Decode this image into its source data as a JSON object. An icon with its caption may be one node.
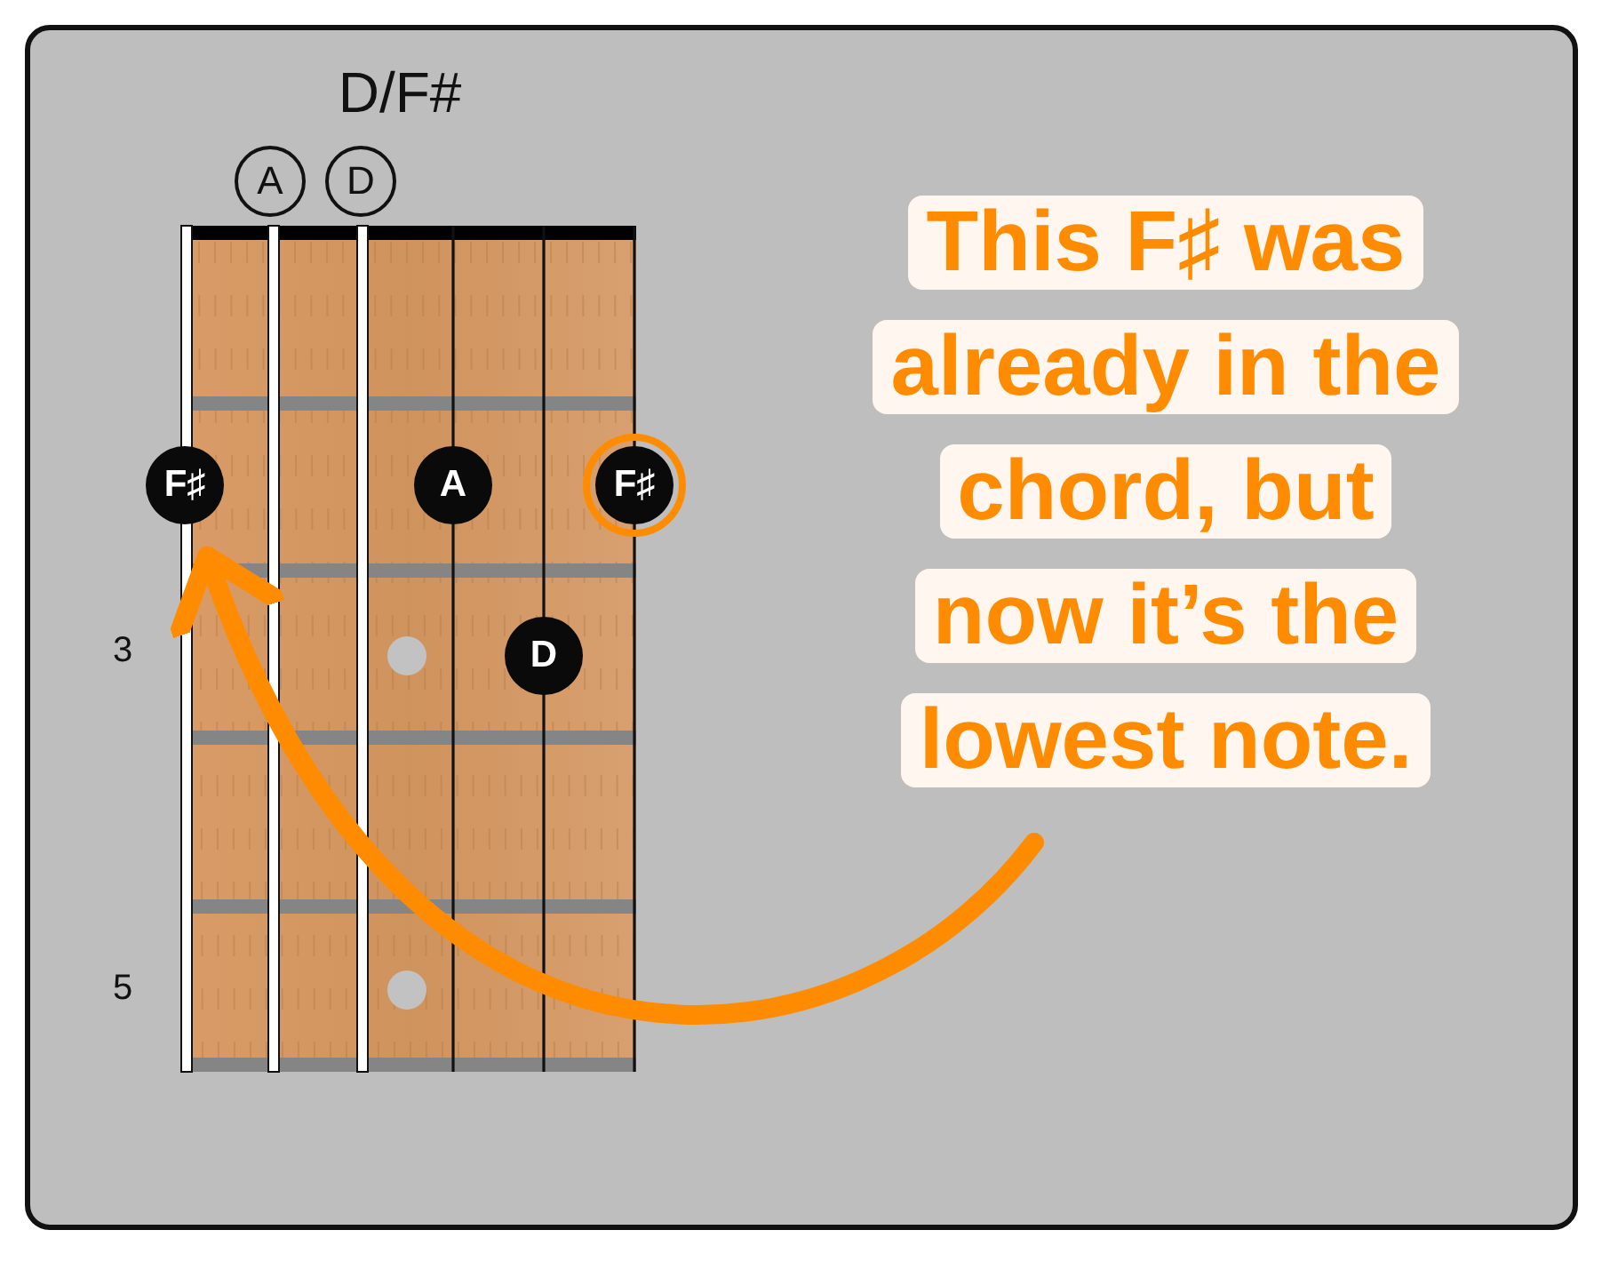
{
  "diagram": {
    "title": "D/F#",
    "nodes": [
      {
        "text": [
          "A"
        ]
      },
      {
        "text": [
          "D"
        ]
      },
      {
        "text": [
          "F♯"
        ]
      },
      {
        "text": [
          "A"
        ]
      },
      {
        "text": [
          "F♯"
        ]
      },
      {
        "text": [
          "D"
        ]
      },
      {
        "text": [
          "This F♯ was already in the chord, but now it’s the lowest note."
        ]
      }
    ],
    "edges": [
      {
        "from": 6,
        "to": 2,
        "arrow": "to",
        "color": "#ff8c00"
      }
    ],
    "labels": [
      "3",
      "5"
    ]
  }
}
